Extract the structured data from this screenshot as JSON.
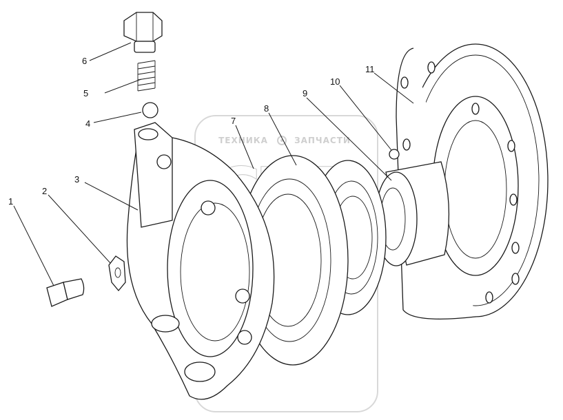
{
  "watermark": {
    "top_text": "ТЕХНИКА",
    "bottom_text": "ЗАПЧАСТИ",
    "logo_text": "СТП"
  },
  "callouts": [
    {
      "id": "1",
      "part": "bolt"
    },
    {
      "id": "2",
      "part": "lock-washer"
    },
    {
      "id": "3",
      "part": "housing"
    },
    {
      "id": "4",
      "part": "ball"
    },
    {
      "id": "5",
      "part": "spring"
    },
    {
      "id": "6",
      "part": "plug"
    },
    {
      "id": "7",
      "part": "friction-disc"
    },
    {
      "id": "8",
      "part": "gear"
    },
    {
      "id": "9",
      "part": "hub"
    },
    {
      "id": "10",
      "part": "ball"
    },
    {
      "id": "11",
      "part": "flange"
    }
  ]
}
